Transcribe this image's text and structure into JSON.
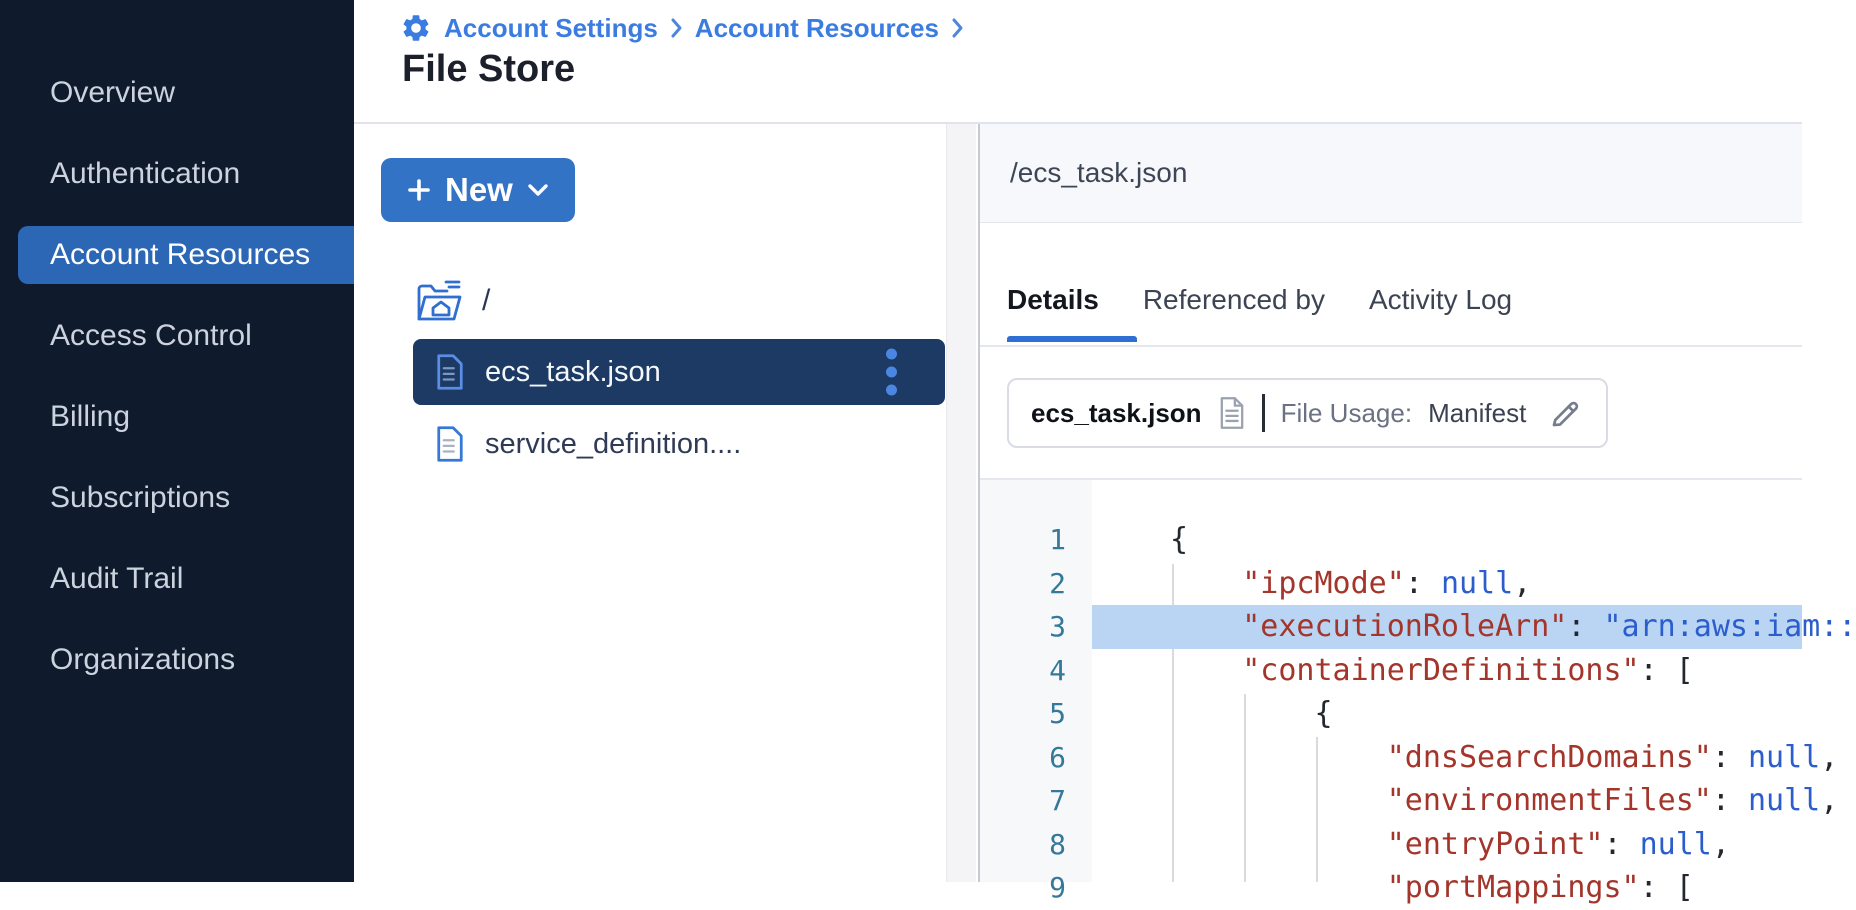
{
  "colors": {
    "sidebar_bg": "#0f1b2c",
    "accent_blue": "#2c67b5",
    "button_blue": "#3273c6",
    "link_blue": "#3b7ce0",
    "selected_row_bg": "#1c3a64",
    "highlight_line_bg": "#b9d5f3",
    "code_key": "#a3352b",
    "code_value": "#2b5ecc",
    "line_number": "#35799a"
  },
  "icons": {
    "breadcrumb_leading": "gear-icon",
    "breadcrumb_separator": "chevron-right-icon",
    "new_button_left": "plus-icon",
    "new_button_right": "chevron-down-icon",
    "root_folder": "home-folder-icon",
    "file_row": "document-icon",
    "row_menu": "kebab-vertical-icon",
    "card_file": "document-icon",
    "card_edit": "pencil-icon"
  },
  "breadcrumb": {
    "items": [
      {
        "label": "Account Settings"
      },
      {
        "label": "Account Resources"
      }
    ]
  },
  "page_title": "File Store",
  "sidebar": {
    "items": [
      {
        "label": "Overview",
        "active": false
      },
      {
        "label": "Authentication",
        "active": false
      },
      {
        "label": "Account Resources",
        "active": true
      },
      {
        "label": "Access Control",
        "active": false
      },
      {
        "label": "Billing",
        "active": false
      },
      {
        "label": "Subscriptions",
        "active": false
      },
      {
        "label": "Audit Trail",
        "active": false
      },
      {
        "label": "Organizations",
        "active": false
      }
    ]
  },
  "file_panel": {
    "new_button_label": "New",
    "root_label": "/",
    "files": [
      {
        "name": "ecs_task.json",
        "selected": true
      },
      {
        "name": "service_definition....",
        "selected": false
      }
    ]
  },
  "details_panel": {
    "path": "/ecs_task.json",
    "tabs": [
      {
        "label": "Details",
        "active": true
      },
      {
        "label": "Referenced by",
        "active": false
      },
      {
        "label": "Activity Log",
        "active": false
      }
    ],
    "file_card": {
      "name": "ecs_task.json",
      "usage_label": "File Usage:",
      "usage_value": "Manifest"
    },
    "code": {
      "lines": [
        {
          "n": 1,
          "highlight": false,
          "tokens": [
            {
              "c": "p",
              "t": "{"
            }
          ]
        },
        {
          "n": 2,
          "highlight": false,
          "tokens": [
            {
              "c": "p",
              "t": "    "
            },
            {
              "c": "k",
              "t": "\"ipcMode\""
            },
            {
              "c": "p",
              "t": ": "
            },
            {
              "c": "v",
              "t": "null"
            },
            {
              "c": "p",
              "t": ","
            }
          ]
        },
        {
          "n": 3,
          "highlight": true,
          "tokens": [
            {
              "c": "p",
              "t": "    "
            },
            {
              "c": "k",
              "t": "\"executionRoleArn\""
            },
            {
              "c": "p",
              "t": ": "
            },
            {
              "c": "v",
              "t": "\"arn:aws:iam::"
            }
          ]
        },
        {
          "n": 4,
          "highlight": false,
          "tokens": [
            {
              "c": "p",
              "t": "    "
            },
            {
              "c": "k",
              "t": "\"containerDefinitions\""
            },
            {
              "c": "p",
              "t": ": ["
            }
          ]
        },
        {
          "n": 5,
          "highlight": false,
          "tokens": [
            {
              "c": "p",
              "t": "        {"
            }
          ]
        },
        {
          "n": 6,
          "highlight": false,
          "tokens": [
            {
              "c": "p",
              "t": "            "
            },
            {
              "c": "k",
              "t": "\"dnsSearchDomains\""
            },
            {
              "c": "p",
              "t": ": "
            },
            {
              "c": "v",
              "t": "null"
            },
            {
              "c": "p",
              "t": ","
            }
          ]
        },
        {
          "n": 7,
          "highlight": false,
          "tokens": [
            {
              "c": "p",
              "t": "            "
            },
            {
              "c": "k",
              "t": "\"environmentFiles\""
            },
            {
              "c": "p",
              "t": ": "
            },
            {
              "c": "v",
              "t": "null"
            },
            {
              "c": "p",
              "t": ","
            }
          ]
        },
        {
          "n": 8,
          "highlight": false,
          "tokens": [
            {
              "c": "p",
              "t": "            "
            },
            {
              "c": "k",
              "t": "\"entryPoint\""
            },
            {
              "c": "p",
              "t": ": "
            },
            {
              "c": "v",
              "t": "null"
            },
            {
              "c": "p",
              "t": ","
            }
          ]
        },
        {
          "n": 9,
          "highlight": false,
          "tokens": [
            {
              "c": "p",
              "t": "            "
            },
            {
              "c": "k",
              "t": "\"portMappings\""
            },
            {
              "c": "p",
              "t": ": ["
            }
          ]
        }
      ]
    }
  }
}
